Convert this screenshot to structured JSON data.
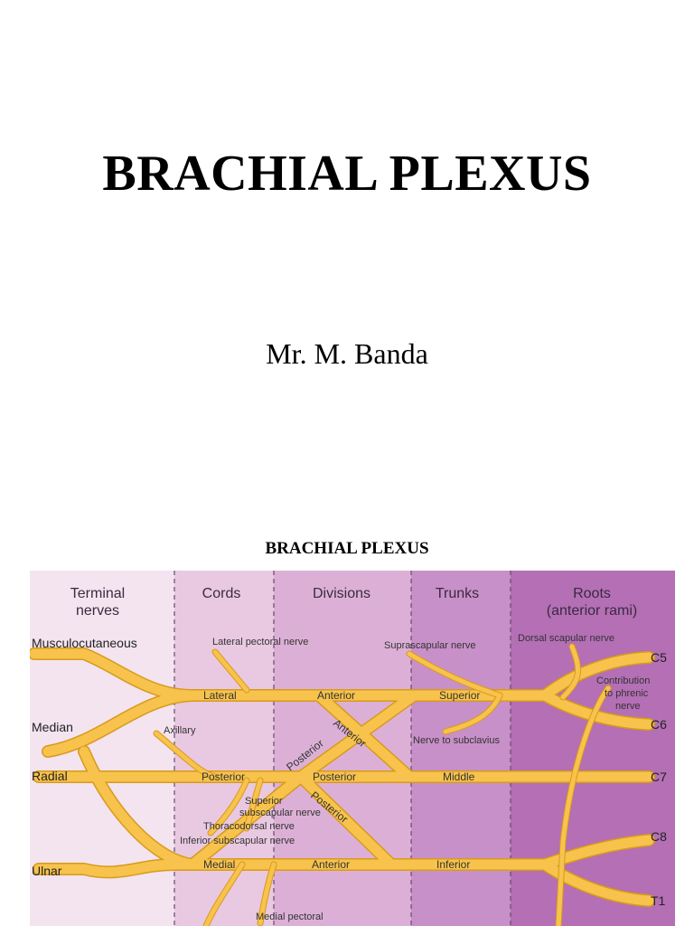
{
  "slide": {
    "title": "BRACHIAL PLEXUS",
    "author": "Mr. M. Banda",
    "figure_title": "BRACHIAL PLEXUS"
  },
  "colors": {
    "nerve": "#f7c34c",
    "nerve_edge": "#d89a1a",
    "zone_terminal": "#f3e4f0",
    "zone_cords": "#e9c9e1",
    "zone_divisions": "#dcb0d6",
    "zone_trunks": "#c890c8",
    "zone_roots": "#b46fb5"
  },
  "diagram": {
    "headers": {
      "terminal_line1": "Terminal",
      "terminal_line2": "nerves",
      "cords": "Cords",
      "divisions": "Divisions",
      "trunks": "Trunks",
      "roots_line1": "Roots",
      "roots_line2": "(anterior rami)"
    },
    "roots": [
      "C5",
      "C6",
      "C7",
      "C8",
      "T1"
    ],
    "terminal_nerves": {
      "musculocutaneous": "Musculocutaneous",
      "median": "Median",
      "radial": "Radial",
      "ulnar": "Ulnar"
    },
    "cords": {
      "lateral": "Lateral",
      "posterior": "Posterior",
      "medial": "Medial"
    },
    "divisions": {
      "anterior_top": "Anterior",
      "posterior_mid": "Posterior",
      "anterior_bottom": "Anterior",
      "anterior_diag": "Anterior",
      "posterior_diag_up": "Posterior",
      "posterior_diag_down": "Posterior"
    },
    "trunks": {
      "superior": "Superior",
      "middle": "Middle",
      "inferior": "Inferior"
    },
    "branches": {
      "lateral_pectoral": "Lateral pectoral nerve",
      "suprascapular": "Suprascapular nerve",
      "dorsal_scapular": "Dorsal scapular nerve",
      "phrenic_line1": "Contribution",
      "phrenic_line2": "to phrenic",
      "phrenic_line3": "nerve",
      "subclavius": "Nerve to subclavius",
      "axillary": "Axillary",
      "superior_subscapular_line1": "Superior",
      "superior_subscapular_line2": "subscapular nerve",
      "thoracodorsal": "Thoracodorsal nerve",
      "inferior_subscapular": "Inferior subscapular nerve",
      "medial_pectoral": "Medial pectoral"
    }
  }
}
